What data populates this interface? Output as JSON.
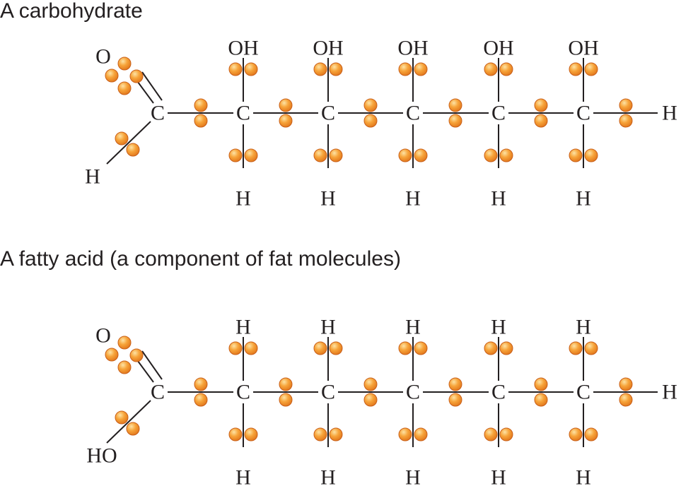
{
  "colors": {
    "text": "#231f20",
    "electron_light": "#fde3a5",
    "electron_mid": "#f7a43a",
    "electron_dark": "#df7218"
  },
  "molecules": [
    {
      "title": "A carbohydrate",
      "end_carbon": {
        "carbon": "C",
        "oxygen": "O",
        "single_group": "H"
      },
      "chain_carbons": [
        {
          "carbon": "C",
          "top": "OH",
          "bottom": "H"
        },
        {
          "carbon": "C",
          "top": "OH",
          "bottom": "H"
        },
        {
          "carbon": "C",
          "top": "OH",
          "bottom": "H"
        },
        {
          "carbon": "C",
          "top": "OH",
          "bottom": "H"
        },
        {
          "carbon": "C",
          "top": "OH",
          "bottom": "H"
        }
      ],
      "terminal": "H"
    },
    {
      "title": "A fatty acid (a component of fat molecules)",
      "end_carbon": {
        "carbon": "C",
        "oxygen": "O",
        "single_group": "HO"
      },
      "chain_carbons": [
        {
          "carbon": "C",
          "top": "H",
          "bottom": "H"
        },
        {
          "carbon": "C",
          "top": "H",
          "bottom": "H"
        },
        {
          "carbon": "C",
          "top": "H",
          "bottom": "H"
        },
        {
          "carbon": "C",
          "top": "H",
          "bottom": "H"
        },
        {
          "carbon": "C",
          "top": "H",
          "bottom": "H"
        }
      ],
      "terminal": "H"
    }
  ]
}
